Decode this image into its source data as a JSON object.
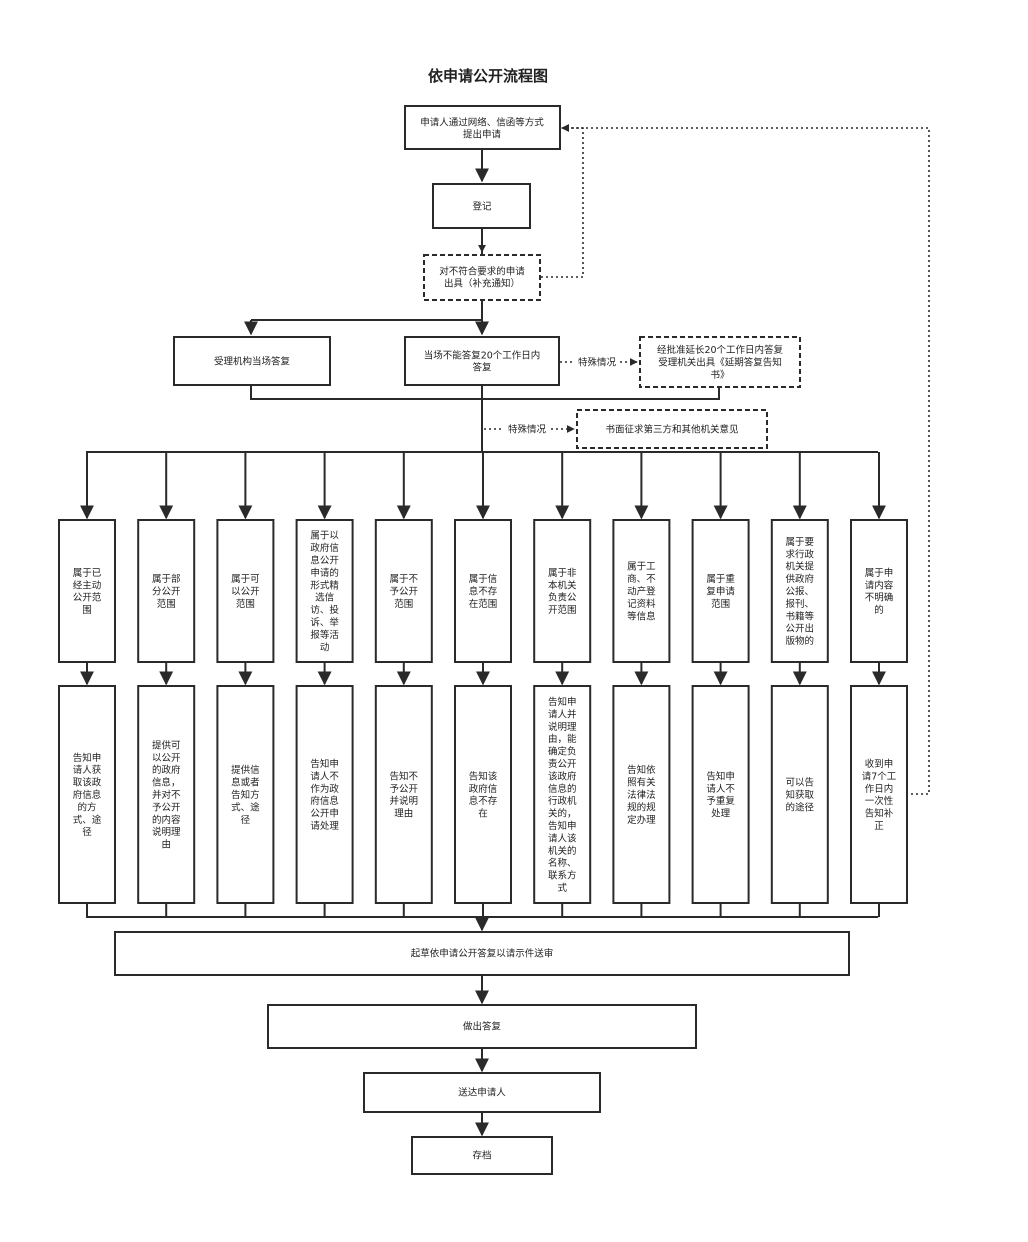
{
  "title": "依申请公开流程图",
  "nodes": {
    "apply": "申请人通过网络、信函等方式\n提出申请",
    "register": "登记",
    "supplement": "对不符合要求的申请\n出具（补充通知）",
    "onsite": "受理机构当场答复",
    "within20": "当场不能答复20个工作日内\n答复",
    "extension": "经批准延长20个工作日内答复\n受理机关出具《延期答复告知\n书》",
    "consult": "书面征求第三方和其他机关意见",
    "draft": "起草依申请公开答复以请示件送审",
    "reply": "做出答复",
    "deliver": "送达申请人",
    "archive": "存档"
  },
  "edge_labels": {
    "special_1": "特殊情况",
    "special_2": "特殊情况"
  },
  "categories": [
    "属于已\n经主动\n公开范\n围",
    "属于部\n分公开\n范围",
    "属于可\n以公开\n范围",
    "属于以\n政府信\n息公开\n申请的\n形式精\n选信\n访、投\n诉、举\n报等活\n动",
    "属于不\n予公开\n范围",
    "属于信\n息不存\n在范围",
    "属于非\n本机关\n负责公\n开范围",
    "属于工\n商、不\n动产登\n记资料\n等信息",
    "属于重\n复申请\n范围",
    "属于要\n求行政\n机关提\n供政府\n公报、\n报刊、\n书籍等\n公开出\n版物的",
    "属于申\n请内容\n不明确\n的"
  ],
  "actions": [
    "告知申\n请人获\n取该政\n府信息\n的方\n式、途\n径",
    "提供可\n以公开\n的政府\n信息，\n并对不\n予公开\n的内容\n说明理\n由",
    "提供信\n息或者\n告知方\n式、途\n径",
    "告知申\n请人不\n作为政\n府信息\n公开申\n请处理",
    "告知不\n予公开\n并说明\n理由",
    "告知该\n政府信\n息不存\n在",
    "告知申\n请人并\n说明理\n由，能\n确定负\n责公开\n该政府\n信息的\n行政机\n关的，\n告知申\n请人该\n机关的\n名称、\n联系方\n式",
    "告知依\n照有关\n法律法\n规的规\n定办理",
    "告知申\n请人不\n予重复\n处理",
    "可以告\n知获取\n的途径",
    "收到申\n请7个工\n作日内\n一次性\n告知补\n正"
  ]
}
